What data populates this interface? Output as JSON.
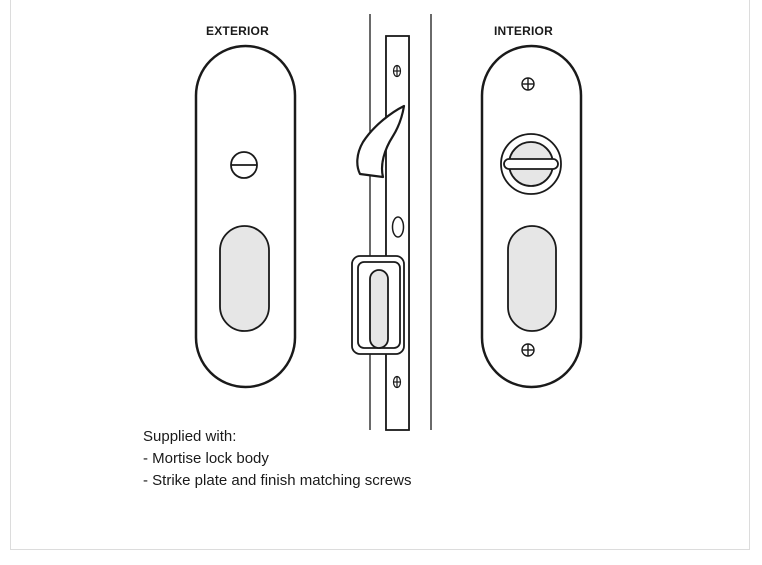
{
  "labels": {
    "exterior": "EXTERIOR",
    "interior": "INTERIOR"
  },
  "notes": {
    "heading": "Supplied with:",
    "items": [
      "- Mortise lock body",
      "- Strike plate and finish matching screws"
    ]
  },
  "colors": {
    "stroke": "#1a1a1a",
    "slot_fill": "#e6e6e6",
    "border": "#dcdcdc"
  }
}
